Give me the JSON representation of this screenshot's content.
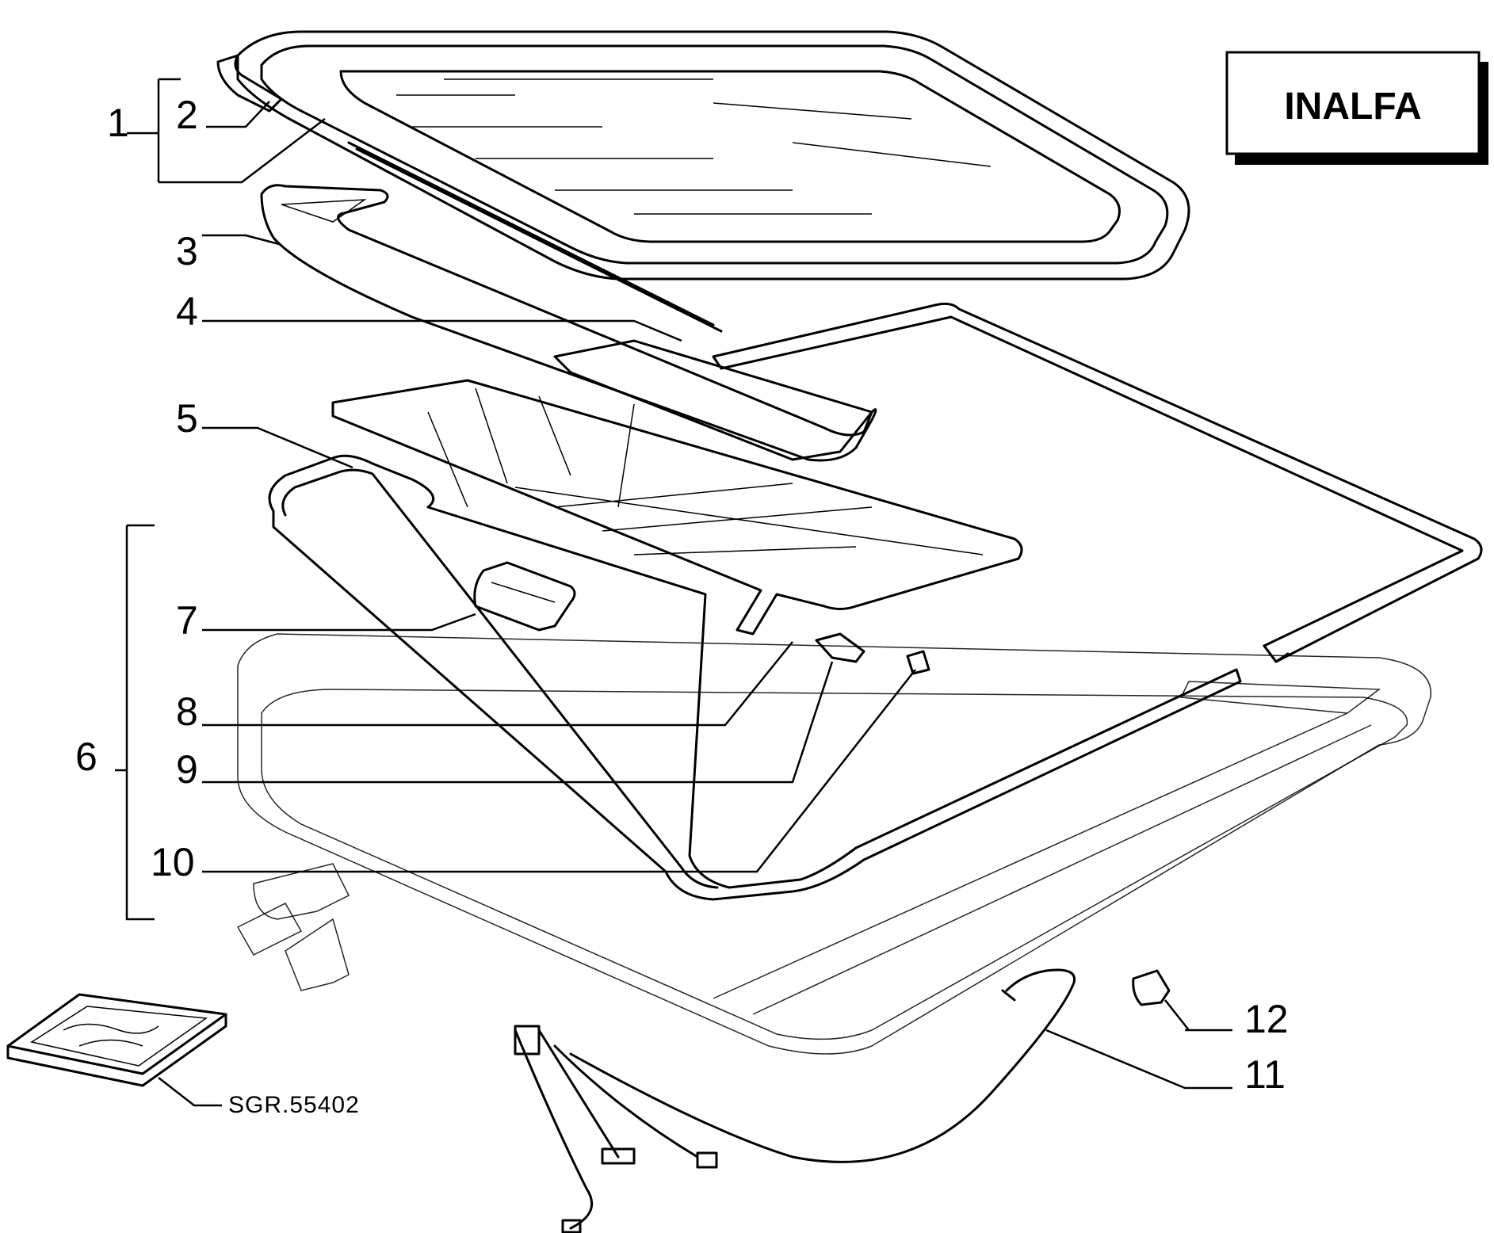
{
  "brand": "INALFA",
  "reference_code": "SGR.55402",
  "callouts": {
    "c1": "1",
    "c2": "2",
    "c3": "3",
    "c4": "4",
    "c5": "5",
    "c6": "6",
    "c7": "7",
    "c8": "8",
    "c9": "9",
    "c10": "10",
    "c11": "11",
    "c12": "12"
  }
}
